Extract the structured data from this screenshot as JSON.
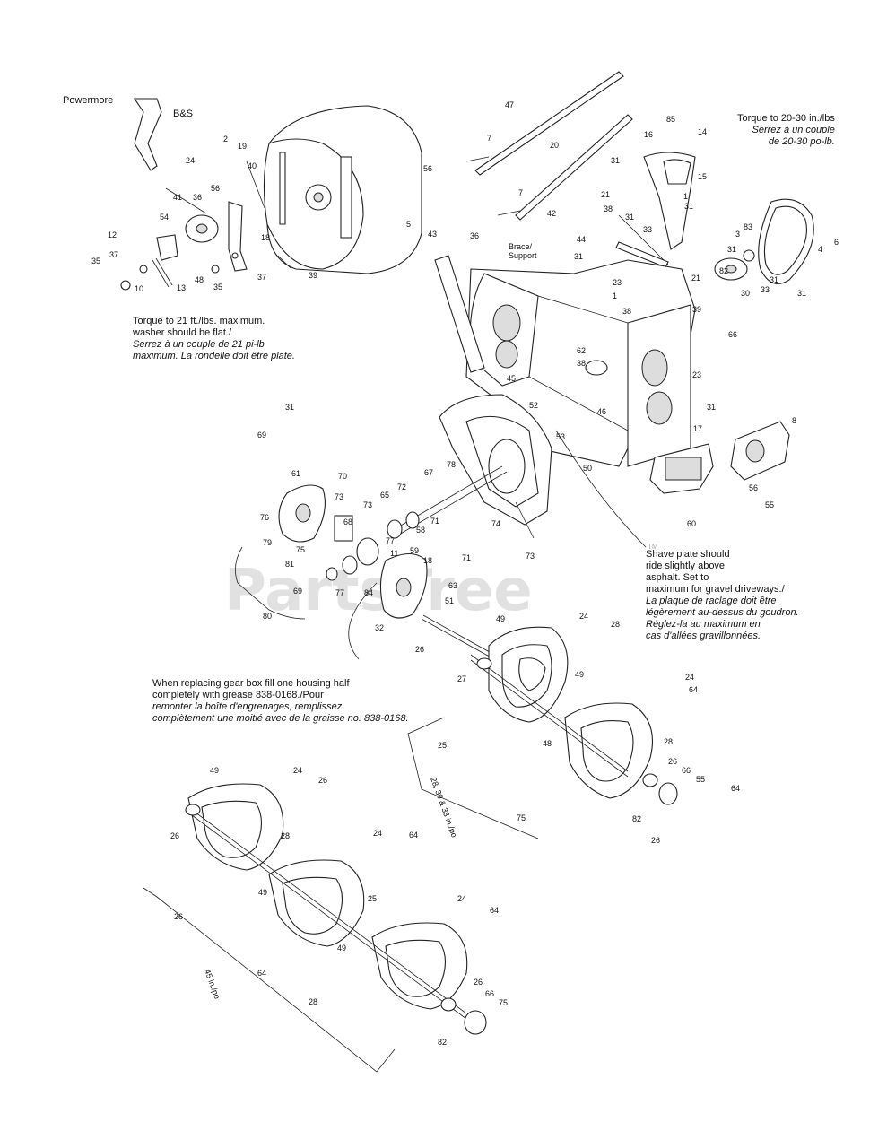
{
  "watermark": {
    "text": "PartsTree",
    "tm": "TM"
  },
  "notes": {
    "brand_powermore": "Powermore",
    "brand_bs": "B&S",
    "torque_21": [
      "Torque to 21 ft./lbs. maximum.",
      "washer should be flat./",
      "Serrez à un couple de 21 pi-lb",
      "maximum. La rondelle doit être plate."
    ],
    "torque_20_30": [
      "Torque to 20-30 in./lbs",
      "Serrez à un couple",
      "de 20-30 po-lb."
    ],
    "shave_plate": [
      "Shave plate should",
      "ride slightly above",
      "asphalt. Set to",
      "maximum for gravel driveways./",
      "La plaque de raclage doit être",
      "légèrement au-dessus du goudron.",
      "Réglez-la au maximum en",
      "cas d'allées gravillonnées."
    ],
    "gear_box": [
      "When replacing gear box fill one housing half",
      "completely with grease 838-0168./Pour",
      "remonter la boîte d'engrenages, remplissez",
      "complètement une moitié avec de la graisse no. 838-0168."
    ],
    "brace_support": "Brace/ Support",
    "size_28_33": "28, 30 & 33 in./po",
    "size_45": "45 in./po"
  },
  "callouts": [
    {
      "id": "c1",
      "text": "47"
    },
    {
      "id": "c2",
      "text": "7"
    },
    {
      "id": "c3",
      "text": "20"
    },
    {
      "id": "c4",
      "text": "7"
    },
    {
      "id": "c5",
      "text": "85"
    },
    {
      "id": "c6",
      "text": "16"
    },
    {
      "id": "c7",
      "text": "14"
    },
    {
      "id": "c8",
      "text": "31"
    },
    {
      "id": "c9",
      "text": "15"
    },
    {
      "id": "c10",
      "text": "21"
    },
    {
      "id": "c11",
      "text": "38"
    },
    {
      "id": "c12",
      "text": "31"
    },
    {
      "id": "c13",
      "text": "1"
    },
    {
      "id": "c14",
      "text": "31"
    },
    {
      "id": "c15",
      "text": "33"
    },
    {
      "id": "c16",
      "text": "42"
    },
    {
      "id": "c17",
      "text": "44"
    },
    {
      "id": "c18",
      "text": "36"
    },
    {
      "id": "c19",
      "text": "43"
    },
    {
      "id": "c20",
      "text": "31"
    },
    {
      "id": "c21",
      "text": "23"
    },
    {
      "id": "c22",
      "text": "1"
    },
    {
      "id": "c23",
      "text": "38"
    },
    {
      "id": "c24",
      "text": "2"
    },
    {
      "id": "c25",
      "text": "19"
    },
    {
      "id": "c26",
      "text": "24"
    },
    {
      "id": "c27",
      "text": "40"
    },
    {
      "id": "c28",
      "text": "56"
    },
    {
      "id": "c29",
      "text": "41"
    },
    {
      "id": "c30",
      "text": "36"
    },
    {
      "id": "c31",
      "text": "54"
    },
    {
      "id": "c32",
      "text": "12"
    },
    {
      "id": "c33",
      "text": "37"
    },
    {
      "id": "c34",
      "text": "35"
    },
    {
      "id": "c35",
      "text": "10"
    },
    {
      "id": "c36",
      "text": "13"
    },
    {
      "id": "c37",
      "text": "48"
    },
    {
      "id": "c38",
      "text": "35"
    },
    {
      "id": "c39",
      "text": "37"
    },
    {
      "id": "c40",
      "text": "18"
    },
    {
      "id": "c41",
      "text": "39"
    },
    {
      "id": "c42",
      "text": "5"
    },
    {
      "id": "c43",
      "text": "56"
    },
    {
      "id": "c44",
      "text": "3"
    },
    {
      "id": "c45",
      "text": "83"
    },
    {
      "id": "c46",
      "text": "4"
    },
    {
      "id": "c47",
      "text": "6"
    },
    {
      "id": "c48",
      "text": "31"
    },
    {
      "id": "c49",
      "text": "82"
    },
    {
      "id": "c50",
      "text": "30"
    },
    {
      "id": "c51",
      "text": "33"
    },
    {
      "id": "c52",
      "text": "31"
    },
    {
      "id": "c53",
      "text": "31"
    },
    {
      "id": "c54",
      "text": "21"
    },
    {
      "id": "c55",
      "text": "39"
    },
    {
      "id": "c56",
      "text": "66"
    },
    {
      "id": "c57",
      "text": "62"
    },
    {
      "id": "c58",
      "text": "38"
    },
    {
      "id": "c59",
      "text": "45"
    },
    {
      "id": "c60",
      "text": "23"
    },
    {
      "id": "c61",
      "text": "31"
    },
    {
      "id": "c62",
      "text": "52"
    },
    {
      "id": "c63",
      "text": "46"
    },
    {
      "id": "c64",
      "text": "53"
    },
    {
      "id": "c65",
      "text": "50"
    },
    {
      "id": "c66",
      "text": "17"
    },
    {
      "id": "c67",
      "text": "8"
    },
    {
      "id": "c68",
      "text": "56"
    },
    {
      "id": "c69",
      "text": "55"
    },
    {
      "id": "c70",
      "text": "60"
    },
    {
      "id": "c71",
      "text": "31"
    },
    {
      "id": "c72",
      "text": "69"
    },
    {
      "id": "c73",
      "text": "61"
    },
    {
      "id": "c74",
      "text": "70"
    },
    {
      "id": "c75",
      "text": "67"
    },
    {
      "id": "c76",
      "text": "78"
    },
    {
      "id": "c77",
      "text": "73"
    },
    {
      "id": "c78",
      "text": "72"
    },
    {
      "id": "c79",
      "text": "73"
    },
    {
      "id": "c80",
      "text": "65"
    },
    {
      "id": "c81",
      "text": "76"
    },
    {
      "id": "c82",
      "text": "68"
    },
    {
      "id": "c83",
      "text": "71"
    },
    {
      "id": "c84",
      "text": "58"
    },
    {
      "id": "c85",
      "text": "74"
    },
    {
      "id": "c86",
      "text": "77"
    },
    {
      "id": "c87",
      "text": "11"
    },
    {
      "id": "c88",
      "text": "79"
    },
    {
      "id": "c89",
      "text": "75"
    },
    {
      "id": "c90",
      "text": "59"
    },
    {
      "id": "c91",
      "text": "73"
    },
    {
      "id": "c92",
      "text": "81"
    },
    {
      "id": "c93",
      "text": "18"
    },
    {
      "id": "c94",
      "text": "71"
    },
    {
      "id": "c95",
      "text": "69"
    },
    {
      "id": "c96",
      "text": "77"
    },
    {
      "id": "c97",
      "text": "84"
    },
    {
      "id": "c98",
      "text": "63"
    },
    {
      "id": "c99",
      "text": "51"
    },
    {
      "id": "c100",
      "text": "80"
    },
    {
      "id": "c101",
      "text": "32"
    },
    {
      "id": "c102",
      "text": "26"
    },
    {
      "id": "c103",
      "text": "49"
    },
    {
      "id": "c104",
      "text": "24"
    },
    {
      "id": "c105",
      "text": "28"
    },
    {
      "id": "c106",
      "text": "27"
    },
    {
      "id": "c107",
      "text": "49"
    },
    {
      "id": "c108",
      "text": "24"
    },
    {
      "id": "c109",
      "text": "64"
    },
    {
      "id": "c110",
      "text": "25"
    },
    {
      "id": "c111",
      "text": "48"
    },
    {
      "id": "c112",
      "text": "28"
    },
    {
      "id": "c113",
      "text": "26"
    },
    {
      "id": "c114",
      "text": "66"
    },
    {
      "id": "c115",
      "text": "55"
    },
    {
      "id": "c116",
      "text": "64"
    },
    {
      "id": "c117",
      "text": "75"
    },
    {
      "id": "c118",
      "text": "82"
    },
    {
      "id": "c119",
      "text": "26"
    },
    {
      "id": "c120",
      "text": "49"
    },
    {
      "id": "c121",
      "text": "24"
    },
    {
      "id": "c122",
      "text": "26"
    },
    {
      "id": "c123",
      "text": "26"
    },
    {
      "id": "c124",
      "text": "28"
    },
    {
      "id": "c125",
      "text": "49"
    },
    {
      "id": "c126",
      "text": "24"
    },
    {
      "id": "c127",
      "text": "64"
    },
    {
      "id": "c128",
      "text": "26"
    },
    {
      "id": "c129",
      "text": "25"
    },
    {
      "id": "c130",
      "text": "49"
    },
    {
      "id": "c131",
      "text": "24"
    },
    {
      "id": "c132",
      "text": "64"
    },
    {
      "id": "c133",
      "text": "64"
    },
    {
      "id": "c134",
      "text": "28"
    },
    {
      "id": "c135",
      "text": "26"
    },
    {
      "id": "c136",
      "text": "66"
    },
    {
      "id": "c137",
      "text": "75"
    },
    {
      "id": "c138",
      "text": "82"
    }
  ]
}
